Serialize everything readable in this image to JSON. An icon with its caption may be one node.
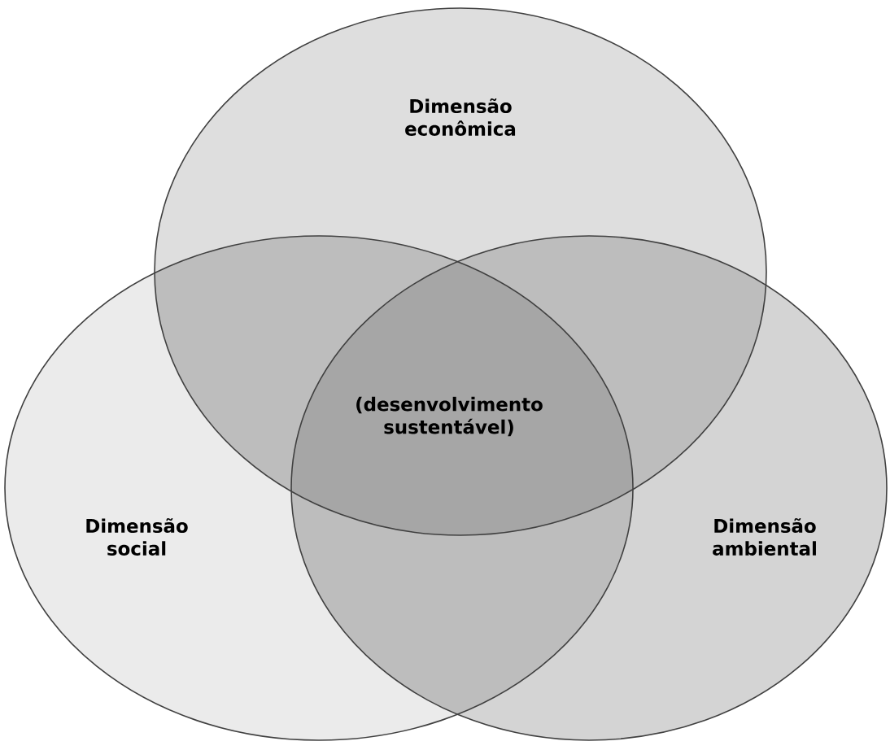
{
  "diagram": {
    "nodes": [
      {
        "text": [
          "Dimensão econômica"
        ]
      },
      {
        "text": [
          "Dimensão social"
        ]
      },
      {
        "text": [
          "Dimensão ambiental"
        ]
      }
    ],
    "labels": [
      "(desenvolvimento sustentável)"
    ]
  }
}
